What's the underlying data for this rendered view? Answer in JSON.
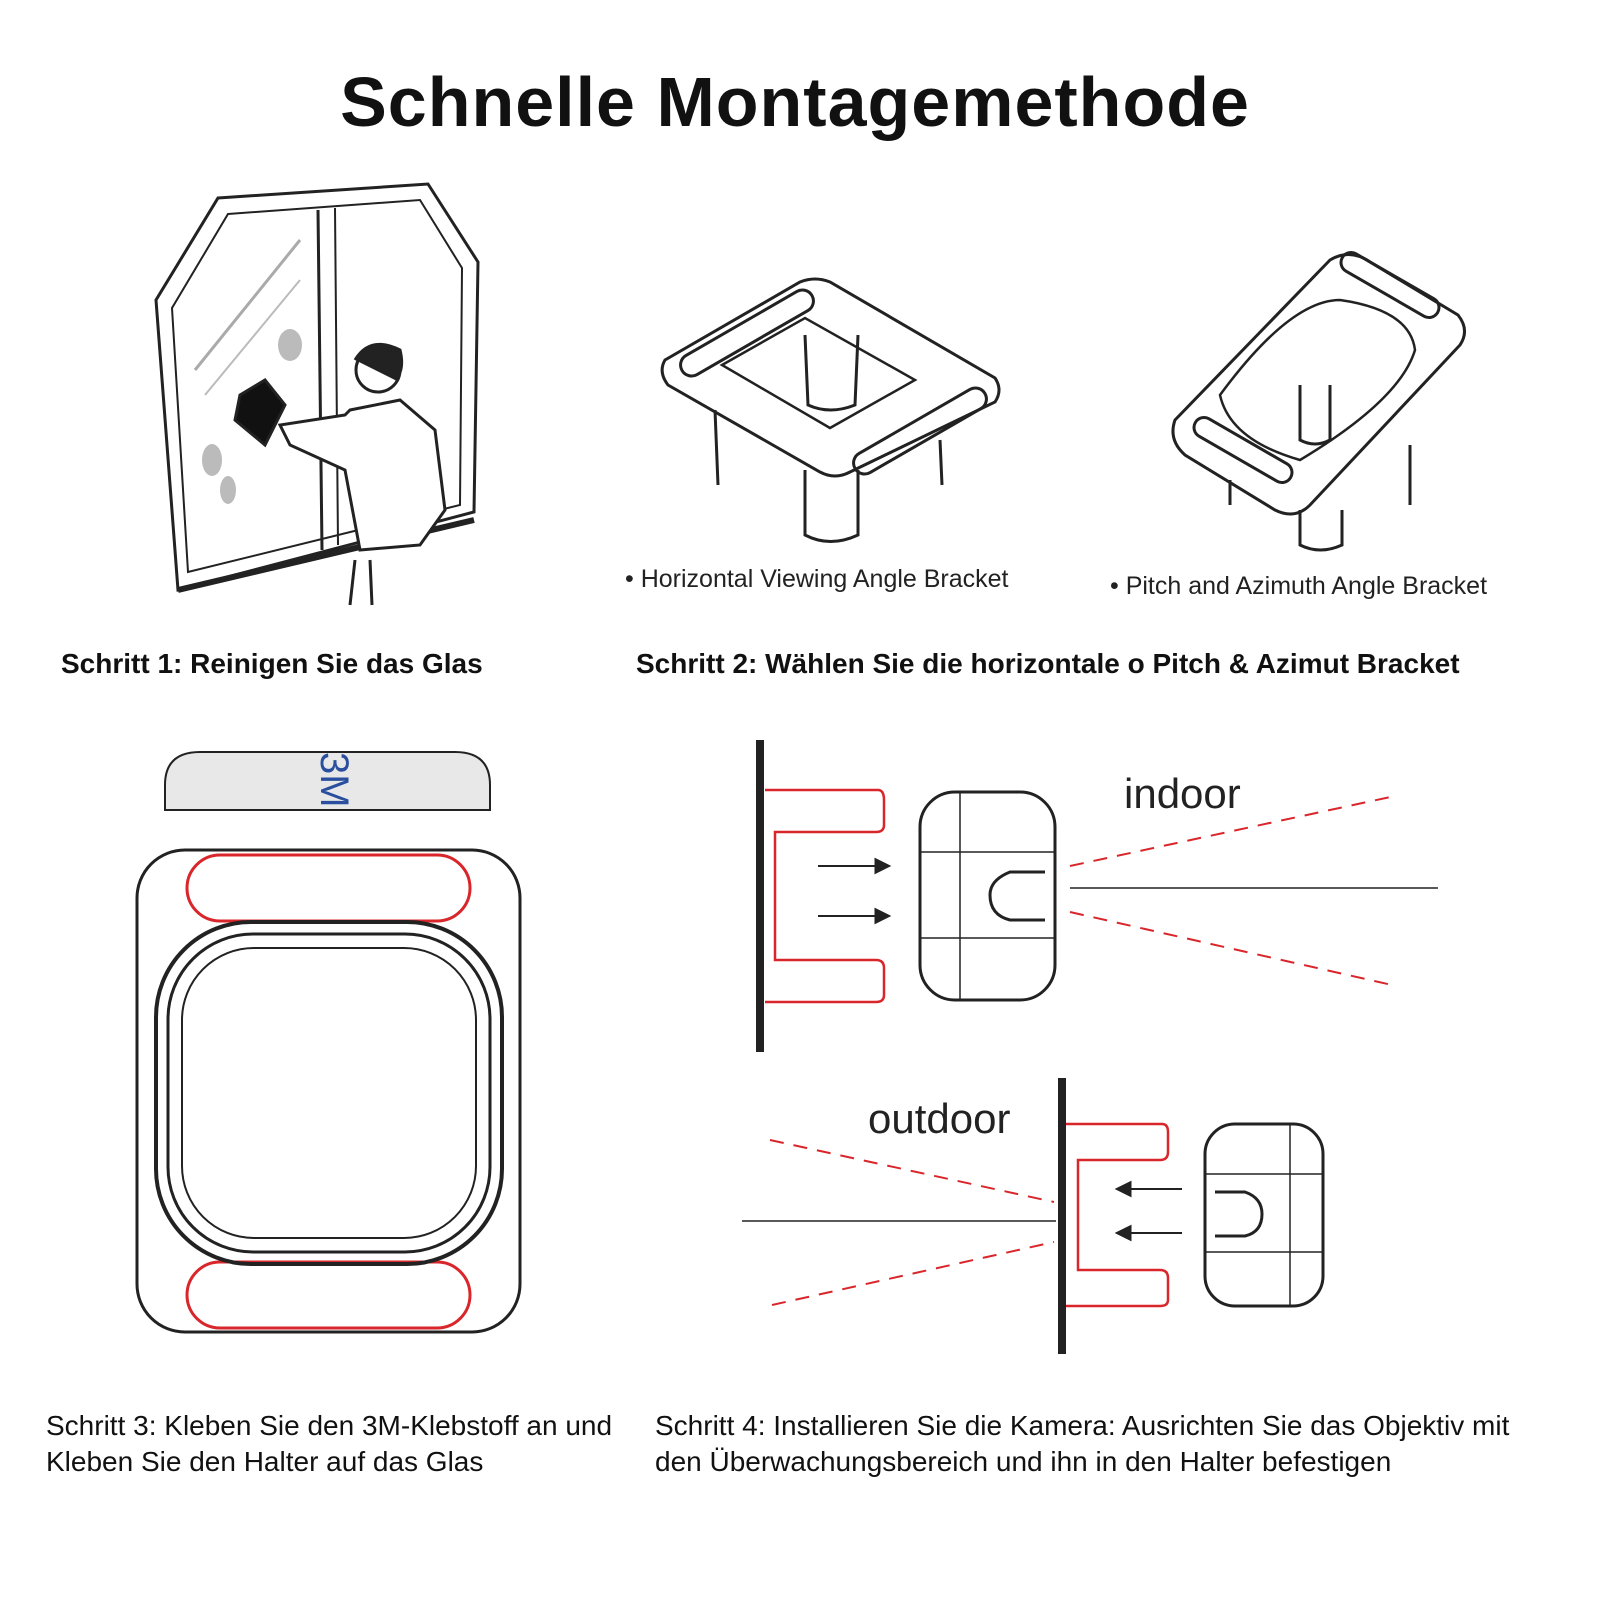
{
  "title": "Schnelle Montagemethode",
  "step1": {
    "label": "Schritt 1: Reinigen Sie das Glas"
  },
  "step2": {
    "label": "Schritt 2: Wählen Sie die horizontale o Pitch & Azimut Bracket",
    "option_a": "Horizontal Viewing Angle Bracket",
    "option_b": "Pitch and Azimuth Angle Bracket"
  },
  "step3": {
    "line1": "Schritt 3: Kleben Sie den 3M-Klebstoff an und",
    "line2": "Kleben Sie den Halter auf das Glas",
    "tape_brand": "3M"
  },
  "step4": {
    "line1": "Schritt 4: Installieren Sie die Kamera: Ausrichten Sie das Objektiv mit",
    "line2": "den Überwachungsbereich und ihn in den Halter befestigen",
    "indoor": "indoor",
    "outdoor": "outdoor"
  },
  "colors": {
    "accent_red": "#d9262b",
    "tape_blue": "#2a4f9e"
  }
}
